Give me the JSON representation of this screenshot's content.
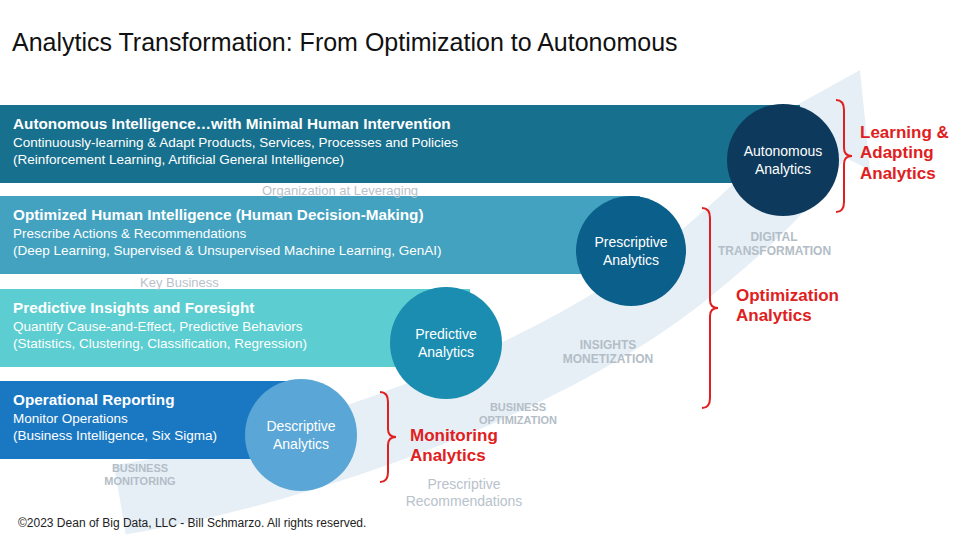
{
  "diagram": {
    "title": "Analytics Transformation: From Optimization to Autonomous",
    "caption": "©2023 Dean of Big Data, LLC - Bill Schmarzo. All rights reserved.",
    "nodes": [
      {
        "text": [
          "Autonomous Intelligence…with Minimal Human Intervention",
          "Continuously-learning & Adapt Products, Services, Processes and Policies",
          "(Reinforcement Learning, Artificial General Intelligence)"
        ]
      },
      {
        "text": [
          "Autonomous Analytics"
        ]
      },
      {
        "text": [
          "Optimized Human Intelligence (Human Decision-Making)",
          "Prescribe Actions & Recommendations",
          "(Deep Learning, Supervised & Unsupervised Machine Learning, GenAI)"
        ]
      },
      {
        "text": [
          "Prescriptive Analytics"
        ]
      },
      {
        "text": [
          "Predictive Insights and Foresight",
          "Quantify Cause-and-Effect, Predictive Behaviors",
          "(Statistics, Clustering, Classification, Regression)"
        ]
      },
      {
        "text": [
          "Predictive Analytics"
        ]
      },
      {
        "text": [
          "Operational Reporting",
          "Monitor Operations",
          "(Business Intelligence, Six Sigma)"
        ]
      },
      {
        "text": [
          "Descriptive Analytics"
        ]
      }
    ],
    "labels": [
      "Organization at Leveraging",
      "Key Business",
      "DIGITAL TRANSFORMATION",
      "INSIGHTS MONETIZATION",
      "BUSINESS OPTIMIZATION",
      "BUSINESS MONITORING",
      "Prescriptive Recommendations",
      "Learning & Adapting Analytics",
      "Optimization Analytics",
      "Monitoring Analytics"
    ]
  }
}
